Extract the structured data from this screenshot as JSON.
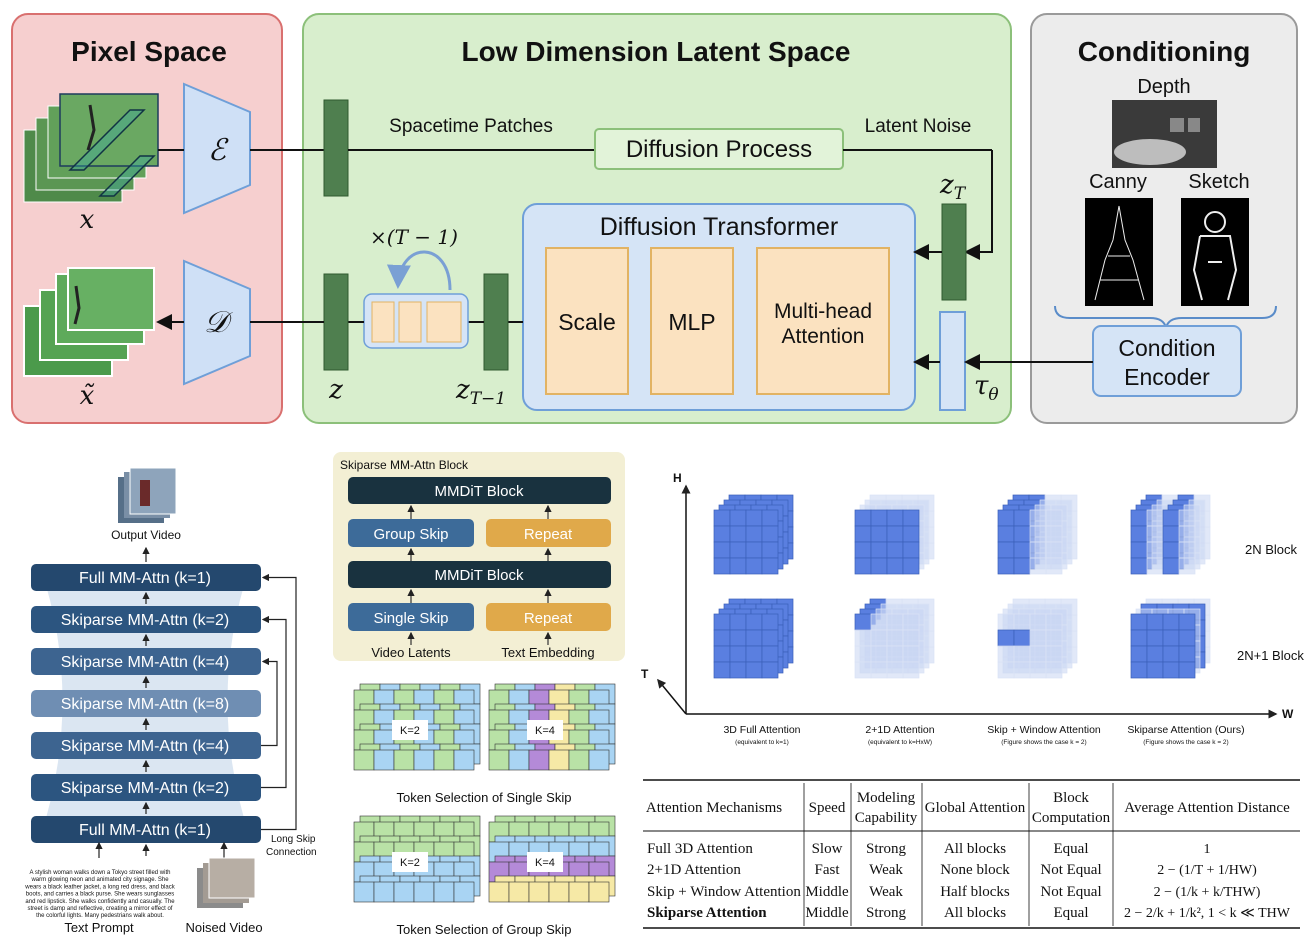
{
  "top": {
    "pixel_space": {
      "title": "Pixel Space",
      "x_label": "x",
      "xt_label": "x̃",
      "encoder": "ℰ",
      "decoder": "𝒟"
    },
    "latent_space": {
      "title": "Low Dimension Latent Space",
      "spacetime_patches": "Spacetime Patches",
      "latent_noise": "Latent Noise",
      "diffusion_process": "Diffusion Process",
      "dit_title": "Diffusion Transformer",
      "scale": "Scale",
      "mlp": "MLP",
      "mha_line1": "Multi-head",
      "mha_line2": "Attention",
      "repeat": "×(T − 1)",
      "z": "z",
      "zT_base": "z",
      "zT_sub": "T",
      "zT1_base": "z",
      "zT1_sub": "T−1",
      "tau_base": "τ",
      "tau_sub": "θ"
    },
    "conditioning": {
      "title": "Conditioning",
      "depth": "Depth",
      "canny": "Canny",
      "sketch": "Sketch",
      "encoder_line1": "Condition",
      "encoder_line2": "Encoder"
    }
  },
  "left_stack": {
    "output": "Output Video",
    "layers": [
      "Full MM-Attn (k=1)",
      "Skiparse MM-Attn (k=2)",
      "Skiparse MM-Attn (k=4)",
      "Skiparse MM-Attn (k=8)",
      "Skiparse MM-Attn (k=4)",
      "Skiparse MM-Attn (k=2)",
      "Full MM-Attn (k=1)"
    ],
    "long_skip_1": "Long Skip",
    "long_skip_2": "Connection",
    "prompt_text": [
      "A stylish woman walks down a Tokyo street filled with",
      "warm glowing neon and animated city signage. She",
      "wears a black leather jacket, a long red dress, and black",
      "boots, and carries a black purse. She wears sunglasses",
      "and red lipstick. She walks confidently and casually. The",
      "street is damp and reflective, creating a mirror effect of",
      "the colorful lights. Many pedestrians walk about."
    ],
    "text_prompt": "Text Prompt",
    "noised_video": "Noised Video"
  },
  "block": {
    "title": "Skiparse MM-Attn Block",
    "mmdit": "MMDiT Block",
    "group_skip": "Group Skip",
    "single_skip": "Single Skip",
    "repeat": "Repeat",
    "video_latents": "Video Latents",
    "text_embedding": "Text Embedding",
    "k2": "K=2",
    "k4": "K=4",
    "single_caption": "Token Selection of Single Skip",
    "group_caption": "Token Selection of Group Skip"
  },
  "cube_panel": {
    "axis_h": "H",
    "axis_t": "T",
    "axis_w": "W",
    "row1": "2N Block",
    "row2": "2N+1 Block",
    "labels": [
      {
        "name": "3D Full Attention",
        "note": "(equivalent to k=1)"
      },
      {
        "name": "2+1D Attention",
        "note": "(equivalent to k=HxW)"
      },
      {
        "name": "Skip + Window Attention",
        "note": "(Figure shows the case k = 2)"
      },
      {
        "name": "Skiparse Attention (Ours)",
        "note": "(Figure shows the case k = 2)"
      }
    ]
  },
  "table": {
    "headers": {
      "mech": "Attention Mechanisms",
      "speed": "Speed",
      "model1": "Modeling",
      "model2": "Capability",
      "global": "Global Attention",
      "block1": "Block",
      "block2": "Computation",
      "avg": "Average Attention Distance"
    },
    "rows": [
      {
        "mech": "Full 3D Attention",
        "speed": "Slow",
        "model": "Strong",
        "global": "All blocks",
        "block": "Equal",
        "avg": "1"
      },
      {
        "mech": "2+1D Attention",
        "speed": "Fast",
        "model": "Weak",
        "global": "None block",
        "block": "Not Equal",
        "avg": "2 − (1/T + 1/HW)"
      },
      {
        "mech": "Skip + Window Attention",
        "speed": "Middle",
        "model": "Weak",
        "global": "Half blocks",
        "block": "Not Equal",
        "avg": "2 − (1/k + k/THW)"
      },
      {
        "mech": "Skiparse Attention",
        "speed": "Middle",
        "model": "Strong",
        "global": "All blocks",
        "block": "Equal",
        "avg": "2 − 2/k + 1/k², 1 < k ≪ THW"
      }
    ]
  },
  "colors": {
    "pixel_bg": "#f6cfcf",
    "pixel_border": "#d9706f",
    "latent_bg": "#d8eecd",
    "latent_border": "#8cc07a",
    "cond_bg": "#ececec",
    "cond_border": "#9a9a9a",
    "dit_bg": "#d5e4f6",
    "dit_border": "#6f9fd8",
    "inner_bg": "#fbe2c0",
    "inner_border": "#e2b363",
    "latent_bar": "#4f7f4f",
    "layer_dark": "#24486e",
    "layer_mid": "#3d6490",
    "mmdit": "#19323f",
    "skip": "#3d6b99",
    "repeat": "#e0a94a",
    "block_bg": "#f3efd4"
  }
}
